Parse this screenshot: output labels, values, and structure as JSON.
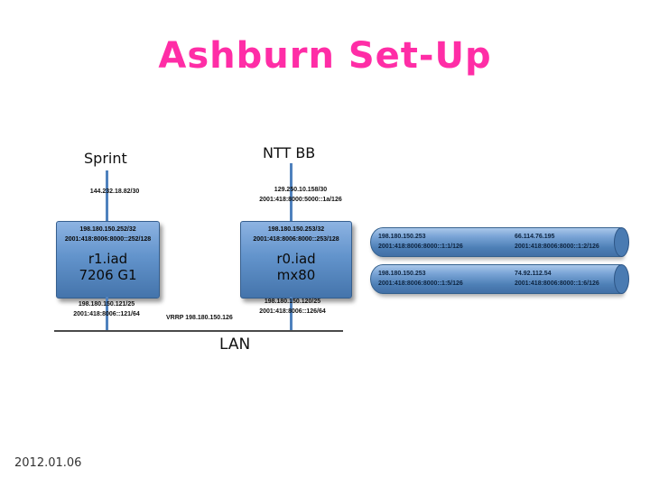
{
  "title": "Ashburn Set-Up",
  "date": "2012.01.06",
  "colors": {
    "title_pink": "#ff2da6",
    "box_blue": "#4f81bd",
    "line_blue": "#4f81bd"
  },
  "providers": [
    {
      "name": "Sprint",
      "ip": "144.232.18.82/30",
      "ipv6": ""
    },
    {
      "name": "NTT BB",
      "ip": "129.250.10.158/30",
      "ipv6": "2001:418:8000:5000::1a/126"
    }
  ],
  "routers": [
    {
      "wan_ip": "198.180.150.252/32",
      "wan_ipv6": "2001:418:8006:8000::252/128",
      "name": "r1.iad",
      "model": "7206 G1",
      "lan_ip": "198.180.150.121/25",
      "lan_ipv6": "2001:418:8006::121/64"
    },
    {
      "wan_ip": "198.180.150.253/32",
      "wan_ipv6": "2001:418:8006:8000::253/128",
      "name": "r0.iad",
      "model": "mx80",
      "lan_ip": "198.180.150.120/25",
      "lan_ipv6": "2001:418:8006::126/64"
    }
  ],
  "lan": {
    "label": "LAN",
    "vrrp": "VRRP 198.180.150.126"
  },
  "tunnels": [
    {
      "local_ip": "198.180.150.253",
      "local_ipv6": "2001:418:8006:8000::1:1/126",
      "remote_ip": "66.114.76.195",
      "remote_ipv6": "2001:418:8006:8000::1:2/126"
    },
    {
      "local_ip": "198.180.150.253",
      "local_ipv6": "2001:418:8006:8000::1:5/126",
      "remote_ip": "74.92.112.54",
      "remote_ipv6": "2001:418:8006:8000::1:6/126"
    }
  ]
}
